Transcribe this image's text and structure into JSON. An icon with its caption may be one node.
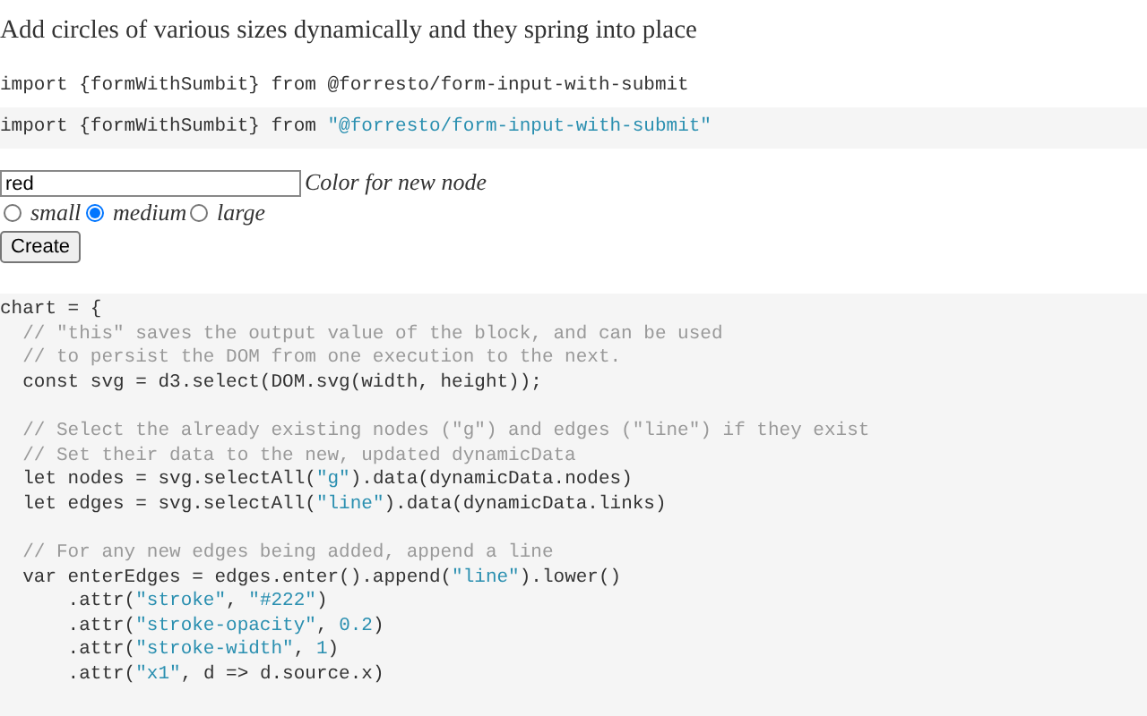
{
  "diagram": {
    "title": "Add circles of various sizes dynamically and they spring into place",
    "labels": [
      "import {formWithSumbit} from @forresto/form-input-with-submit",
      "import {formWithSumbit} from \"@forresto/form-input-with-submit\"",
      "red",
      "Color for new node",
      "small",
      "medium",
      "large",
      "Create",
      "chart = {",
      "  // \"this\" saves the output value of the block, and can be used",
      "  // to persist the DOM from one execution to the next.",
      "  const svg = d3.select(DOM.svg(width, height));",
      "  // Select the already existing nodes (\"g\") and edges (\"line\") if they exist",
      "  // Set their data to the new, updated dynamicData",
      "  let nodes = svg.selectAll(\"g\").data(dynamicData.nodes)",
      "  let edges = svg.selectAll(\"line\").data(dynamicData.links)",
      "  // For any new edges being added, append a line",
      "  var enterEdges = edges.enter().append(\"line\").lower()",
      "      .attr(\"stroke\", \"#222\")",
      "      .attr(\"stroke-opacity\", 0.2)",
      "      .attr(\"stroke-width\", 1)",
      "      .attr(\"x1\", d => d.source.x)"
    ]
  }
}
